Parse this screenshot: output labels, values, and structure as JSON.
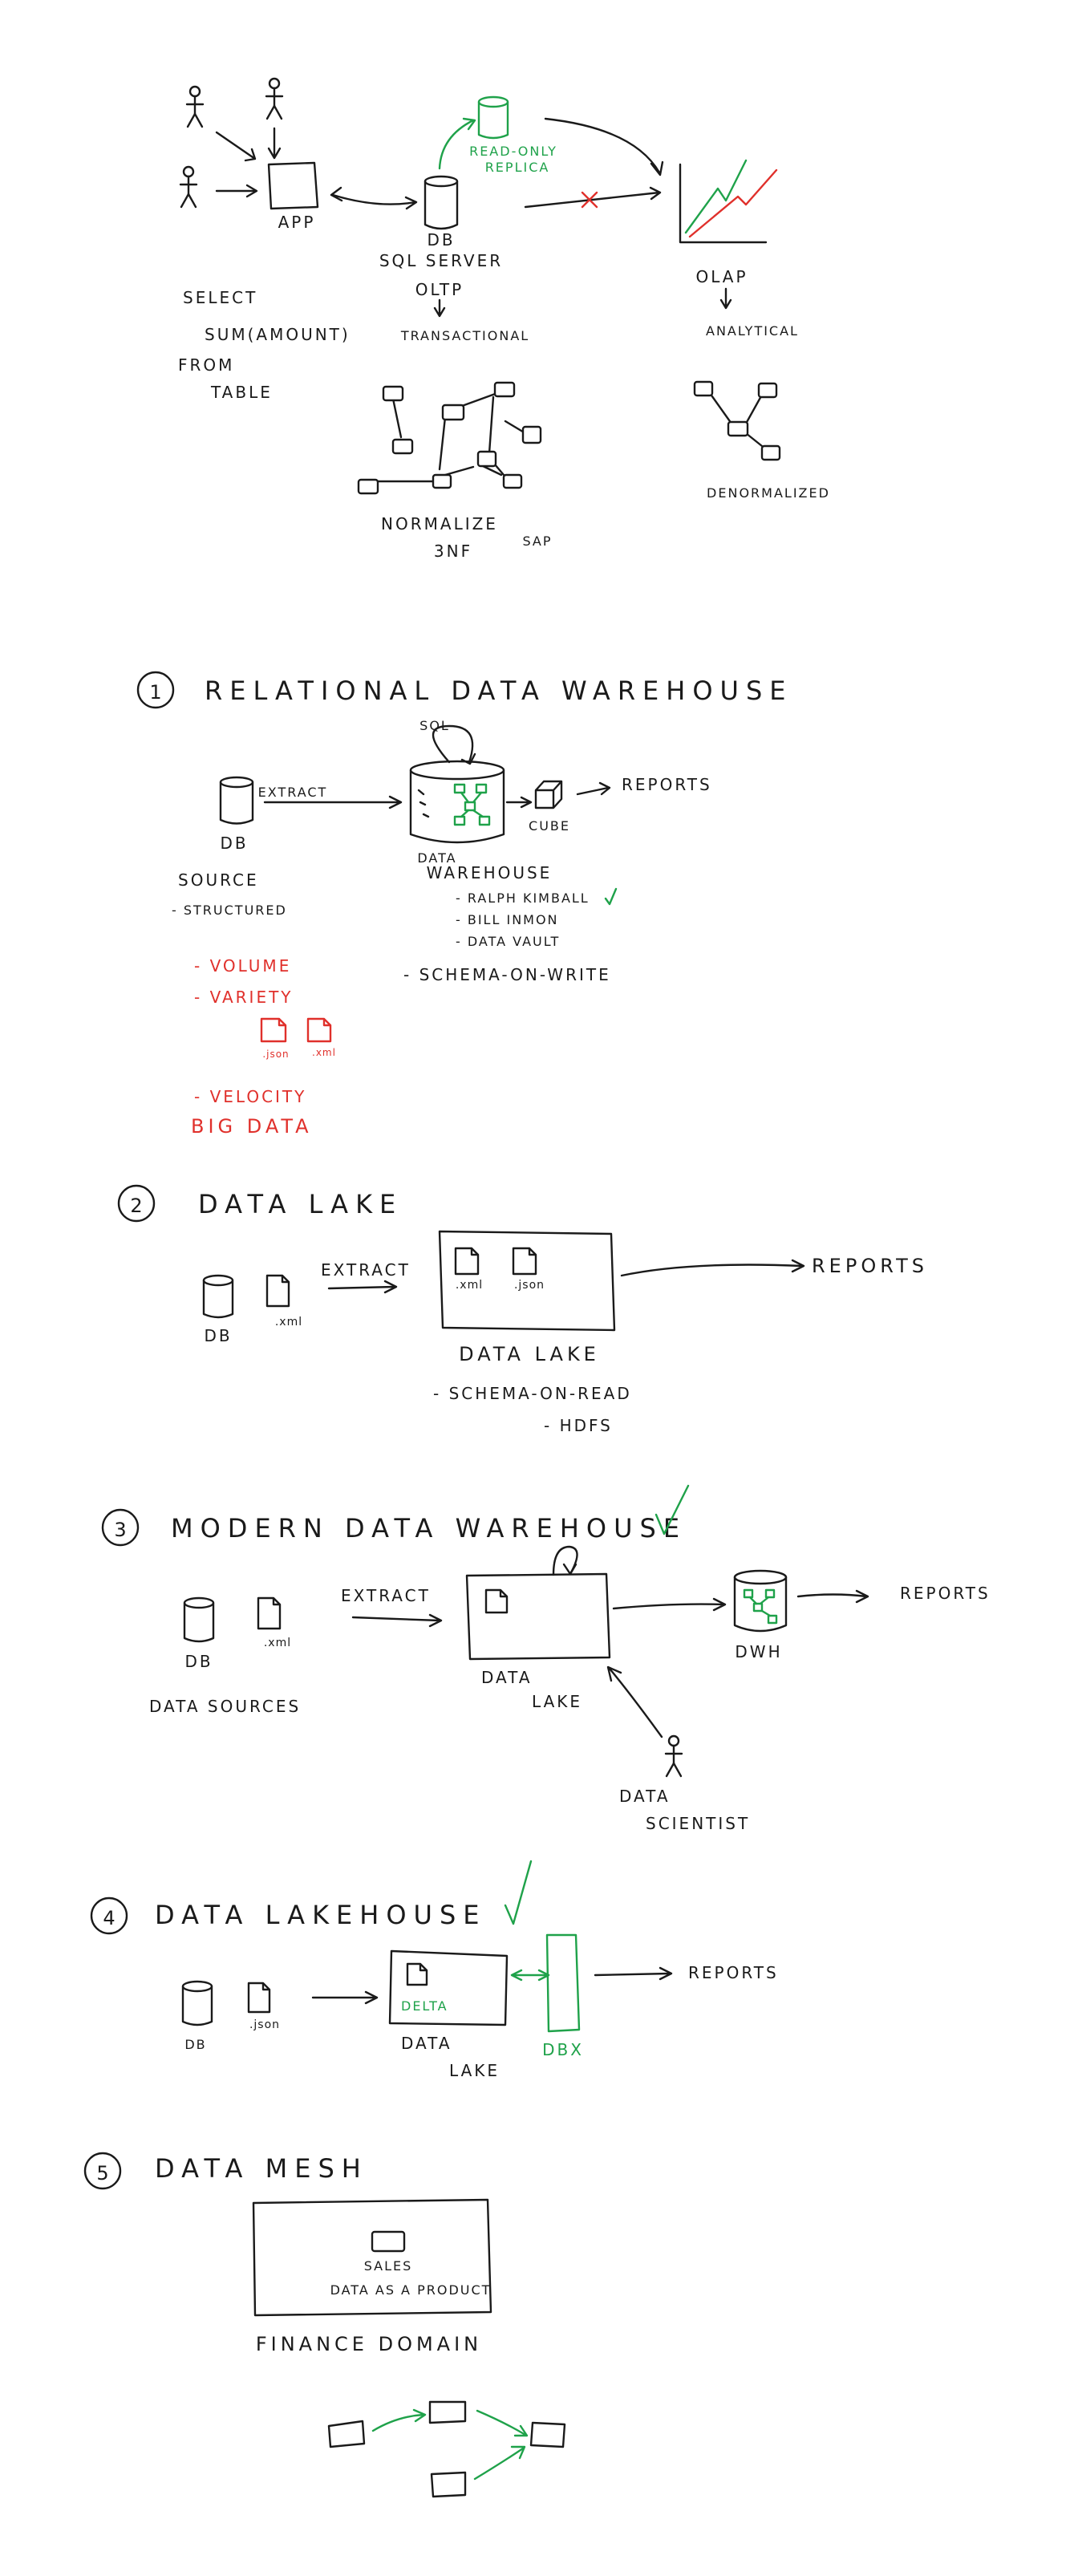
{
  "colors": {
    "ink": "#1a1a1a",
    "accent": "#1fa24a",
    "warning": "#e0302b"
  },
  "top": {
    "app": "APP",
    "replica": [
      "READ-ONLY",
      "REPLICA"
    ],
    "db": [
      "DB",
      "SQL SERVER"
    ],
    "oltp": [
      "OLTP",
      "TRANSACTIONAL"
    ],
    "olap": [
      "OLAP",
      "ANALYTICAL"
    ],
    "query": [
      "SELECT",
      "SUM(AMOUNT)",
      "FROM",
      "TABLE"
    ],
    "normalize": [
      "NORMALIZE",
      "3NF"
    ],
    "sap": "SAP",
    "denormalized": "DENORMALIZED"
  },
  "s1": {
    "num": "1",
    "title": "RELATIONAL DATA WAREHOUSE",
    "db": "DB",
    "extract": "EXTRACT",
    "sql": "SQL",
    "cube": "CUBE",
    "reports": "REPORTS",
    "dw": [
      "DATA",
      "WAREHOUSE"
    ],
    "methods": [
      "- RALPH KIMBALL",
      "- BILL INMON",
      "- DATA VAULT"
    ],
    "schema": "- SCHEMA-ON-WRITE",
    "source": [
      "SOURCE",
      "- STRUCTURED"
    ],
    "bigdata": [
      "- VOLUME",
      "- VARIETY",
      "- VELOCITY",
      "BIG DATA"
    ],
    "files": [
      ".json",
      ".xml"
    ]
  },
  "s2": {
    "num": "2",
    "title": "DATA LAKE",
    "db": "DB",
    "xml": ".xml",
    "extract": "EXTRACT",
    "inner": [
      ".xml",
      ".json"
    ],
    "reports": "REPORTS",
    "label": "DATA LAKE",
    "notes": [
      "- SCHEMA-ON-READ",
      "- HDFS"
    ]
  },
  "s3": {
    "num": "3",
    "title": "MODERN DATA WAREHOUSE",
    "db": "DB",
    "xml": ".xml",
    "sources": "DATA SOURCES",
    "extract": "EXTRACT",
    "lake": [
      "DATA",
      "LAKE"
    ],
    "dwh": "DWH",
    "reports": "REPORTS",
    "scientist": [
      "DATA",
      "SCIENTIST"
    ]
  },
  "s4": {
    "num": "4",
    "title": "DATA LAKEHOUSE",
    "db": "DB",
    "json": ".json",
    "delta": "DELTA",
    "lake": [
      "DATA",
      "LAKE"
    ],
    "dbx": "DBX",
    "reports": "REPORTS"
  },
  "s5": {
    "num": "5",
    "title": "DATA MESH",
    "sales": "SALES",
    "product": "DATA AS A PRODUCT",
    "domain": "FINANCE DOMAIN"
  }
}
